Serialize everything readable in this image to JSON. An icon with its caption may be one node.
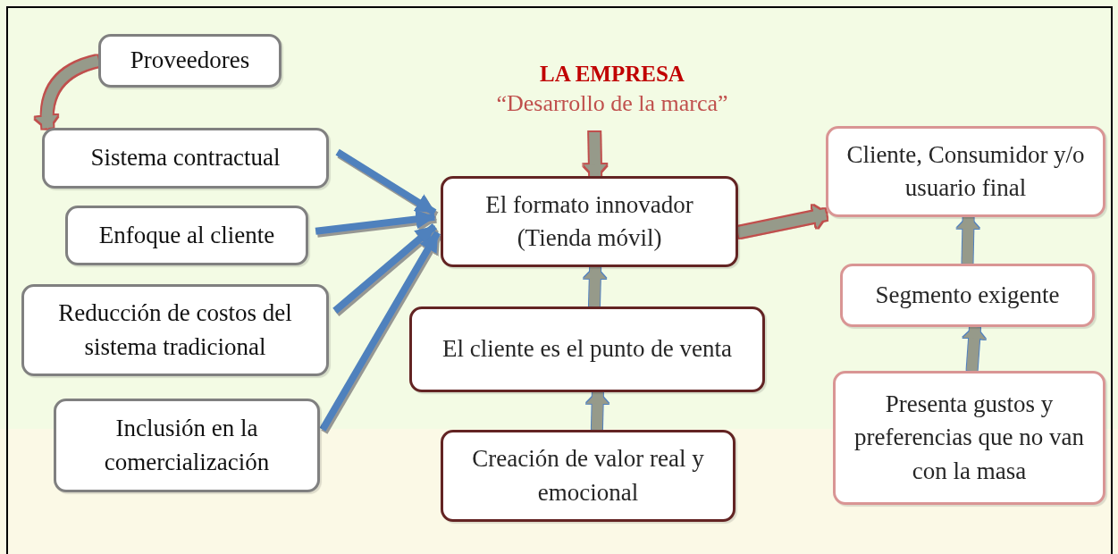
{
  "diagram": {
    "nodes": [
      {
        "text": [
          "Proveedores"
        ]
      },
      {
        "text": [
          "Sistema contractual"
        ]
      },
      {
        "text": [
          "Enfoque al cliente"
        ]
      },
      {
        "text": [
          "Reducción de costos del sistema tradicional"
        ]
      },
      {
        "text": [
          "Inclusión en la comercialización"
        ]
      },
      {
        "text": [
          "LA EMPRESA",
          "“Desarrollo de la marca”"
        ]
      },
      {
        "text": [
          "El formato innovador (Tienda móvil)"
        ]
      },
      {
        "text": [
          "El cliente es el punto de venta"
        ]
      },
      {
        "text": [
          "Creación de valor real y emocional"
        ]
      },
      {
        "text": [
          "Cliente, Consumidor y/o usuario final"
        ]
      },
      {
        "text": [
          "Segmento exigente"
        ]
      },
      {
        "text": [
          "Presenta gustos y preferencias que no van con la masa"
        ]
      }
    ],
    "edges": [
      {
        "from": 0,
        "to": 1,
        "arrow": "to"
      },
      {
        "from": 1,
        "to": 6,
        "arrow": "to",
        "color": "#4f81bd"
      },
      {
        "from": 2,
        "to": 6,
        "arrow": "to",
        "color": "#4f81bd"
      },
      {
        "from": 3,
        "to": 6,
        "arrow": "to",
        "color": "#4f81bd"
      },
      {
        "from": 4,
        "to": 6,
        "arrow": "to",
        "color": "#4f81bd"
      },
      {
        "from": 5,
        "to": 6,
        "arrow": "to"
      },
      {
        "from": 7,
        "to": 6,
        "arrow": "to"
      },
      {
        "from": 8,
        "to": 7,
        "arrow": "to"
      },
      {
        "from": 6,
        "to": 9,
        "arrow": "to"
      },
      {
        "from": 10,
        "to": 9,
        "arrow": "to"
      },
      {
        "from": 11,
        "to": 10,
        "arrow": "to"
      }
    ]
  }
}
